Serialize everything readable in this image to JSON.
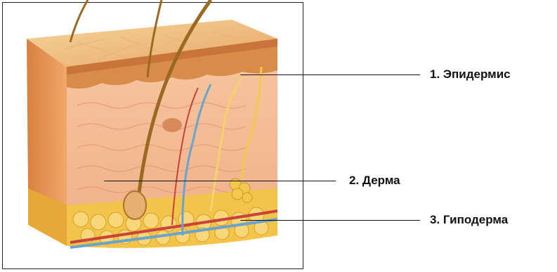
{
  "labels": {
    "epidermis": "1. Эпидермис",
    "dermis": "2. Дерма",
    "hypodermis": "3. Гиподерма"
  },
  "colors": {
    "frame": "#222222",
    "skin_top": "#f2c48a",
    "epidermis_band": "#d98c4a",
    "dermis": "#f1b98c",
    "hypodermis_fat": "#f3c44a",
    "hair": "#9a6a22",
    "vessel_blue": "#6aa4cc",
    "vessel_red": "#c9433a",
    "gland_yellow": "#f2c94c"
  }
}
